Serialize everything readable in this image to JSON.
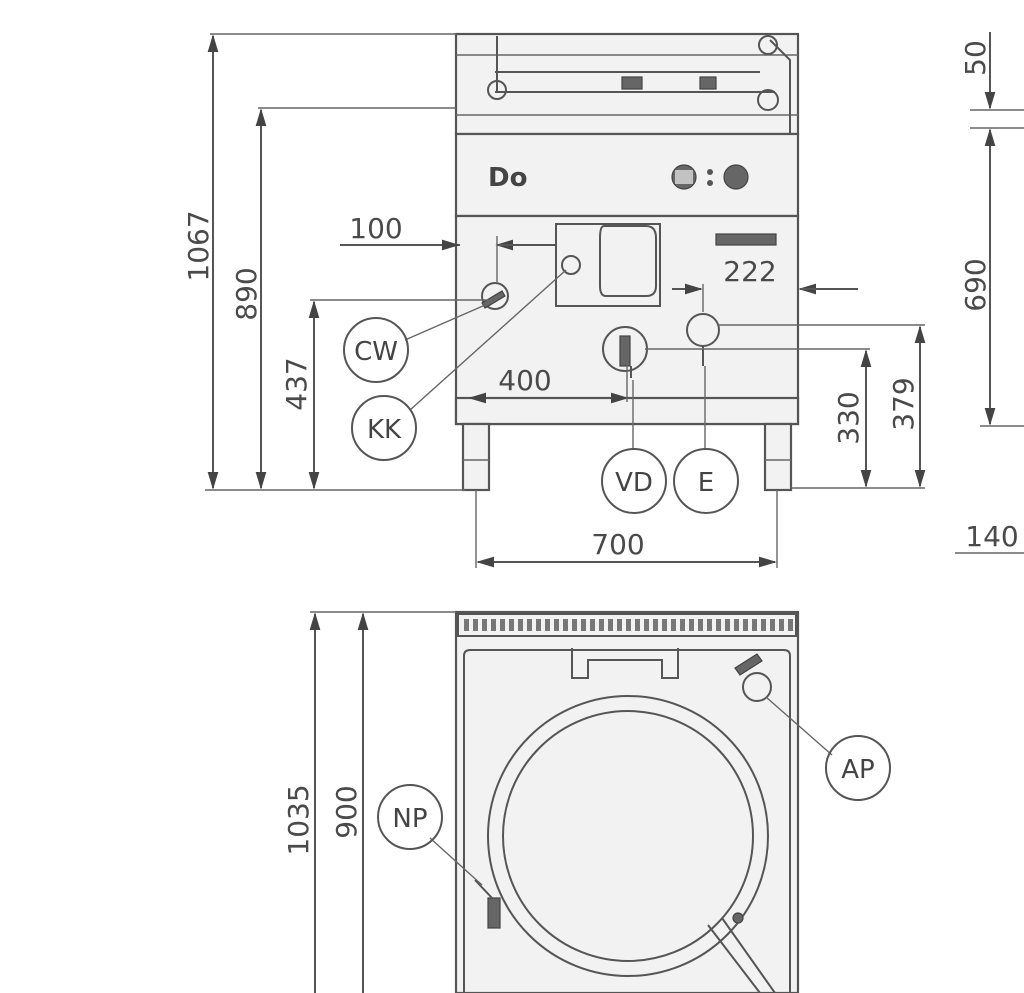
{
  "dimensions": {
    "total_height": "1067",
    "work_height": "890",
    "cw_height": "437",
    "cw_offset": "100",
    "ve_offset": "222",
    "vd_offset": "400",
    "vd_height": "330",
    "e_height": "379",
    "width": "700",
    "side_top": "50",
    "side_mid": "690",
    "side_bottom": "140",
    "plan_depth": "1035",
    "plan_depth_inner": "900"
  },
  "connections": {
    "cw": "CW",
    "kk": "KK",
    "vd": "VD",
    "e": "E",
    "ap": "AP",
    "np": "NP"
  },
  "logo_text": "Do"
}
